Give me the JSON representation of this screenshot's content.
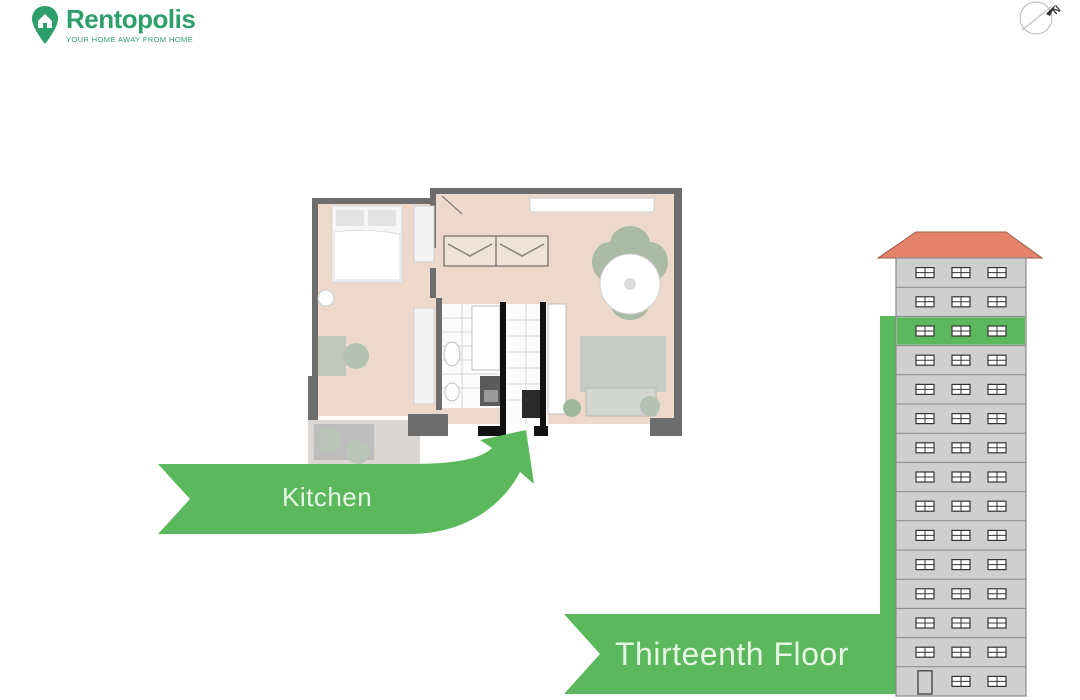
{
  "brand": {
    "name": "Rentopolis",
    "tagline": "YOUR HOME AWAY FROM HOME",
    "color": "#2e9e6a"
  },
  "compass": {
    "label": "N",
    "icon": "compass-icon"
  },
  "callouts": {
    "room_label": "Kitchen",
    "floor_label": "Thirteenth Floor"
  },
  "building": {
    "total_floors": 15,
    "highlighted_floor_from_bottom": 13,
    "roof_color": "#e4836a",
    "highlight_color": "#5cb85c"
  },
  "colors": {
    "arrow": "#5cb85c",
    "floor": "#ecd9cc",
    "wall": "#6d6d6d",
    "building_wall": "#cfcfcf"
  }
}
